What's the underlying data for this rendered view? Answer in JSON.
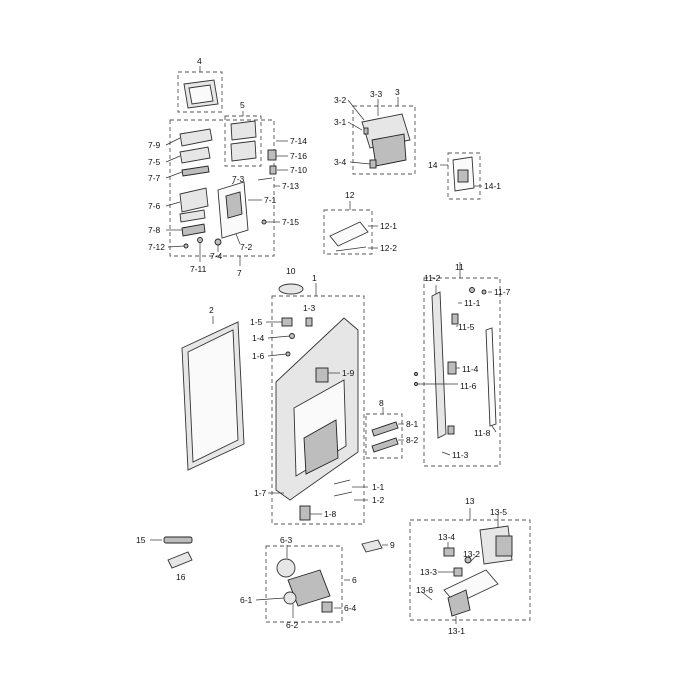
{
  "callouts": {
    "c1": "1",
    "c1_1": "1-1",
    "c1_2": "1-2",
    "c1_3": "1-3",
    "c1_4": "1-4",
    "c1_5": "1-5",
    "c1_6": "1-6",
    "c1_7": "1-7",
    "c1_8": "1-8",
    "c1_9": "1-9",
    "c2": "2",
    "c3": "3",
    "c3_1": "3-1",
    "c3_2": "3-2",
    "c3_3": "3-3",
    "c3_4": "3-4",
    "c4": "4",
    "c5": "5",
    "c6": "6",
    "c6_1": "6-1",
    "c6_2": "6-2",
    "c6_3": "6-3",
    "c6_4": "6-4",
    "c7": "7",
    "c7_1": "7-1",
    "c7_2": "7-2",
    "c7_3": "7-3",
    "c7_4": "7-4",
    "c7_5": "7-5",
    "c7_6": "7-6",
    "c7_7": "7-7",
    "c7_8": "7-8",
    "c7_9": "7-9",
    "c7_10": "7-10",
    "c7_11": "7-11",
    "c7_12": "7-12",
    "c7_13": "7-13",
    "c7_14": "7-14",
    "c7_15": "7-15",
    "c7_16": "7-16",
    "c8": "8",
    "c8_1": "8-1",
    "c8_2": "8-2",
    "c9": "9",
    "c10": "10",
    "c11": "11",
    "c11_1": "11-1",
    "c11_2": "11-2",
    "c11_3": "11-3",
    "c11_4": "11-4",
    "c11_5": "11-5",
    "c11_6": "11-6",
    "c11_7": "11-7",
    "c11_8": "11-8",
    "c12": "12",
    "c12_1": "12-1",
    "c12_2": "12-2",
    "c13": "13",
    "c13_1": "13-1",
    "c13_2": "13-2",
    "c13_3": "13-3",
    "c13_4": "13-4",
    "c13_5": "13-5",
    "c13_6": "13-6",
    "c14": "14",
    "c14_1": "14-1",
    "c15": "15",
    "c16": "16"
  }
}
